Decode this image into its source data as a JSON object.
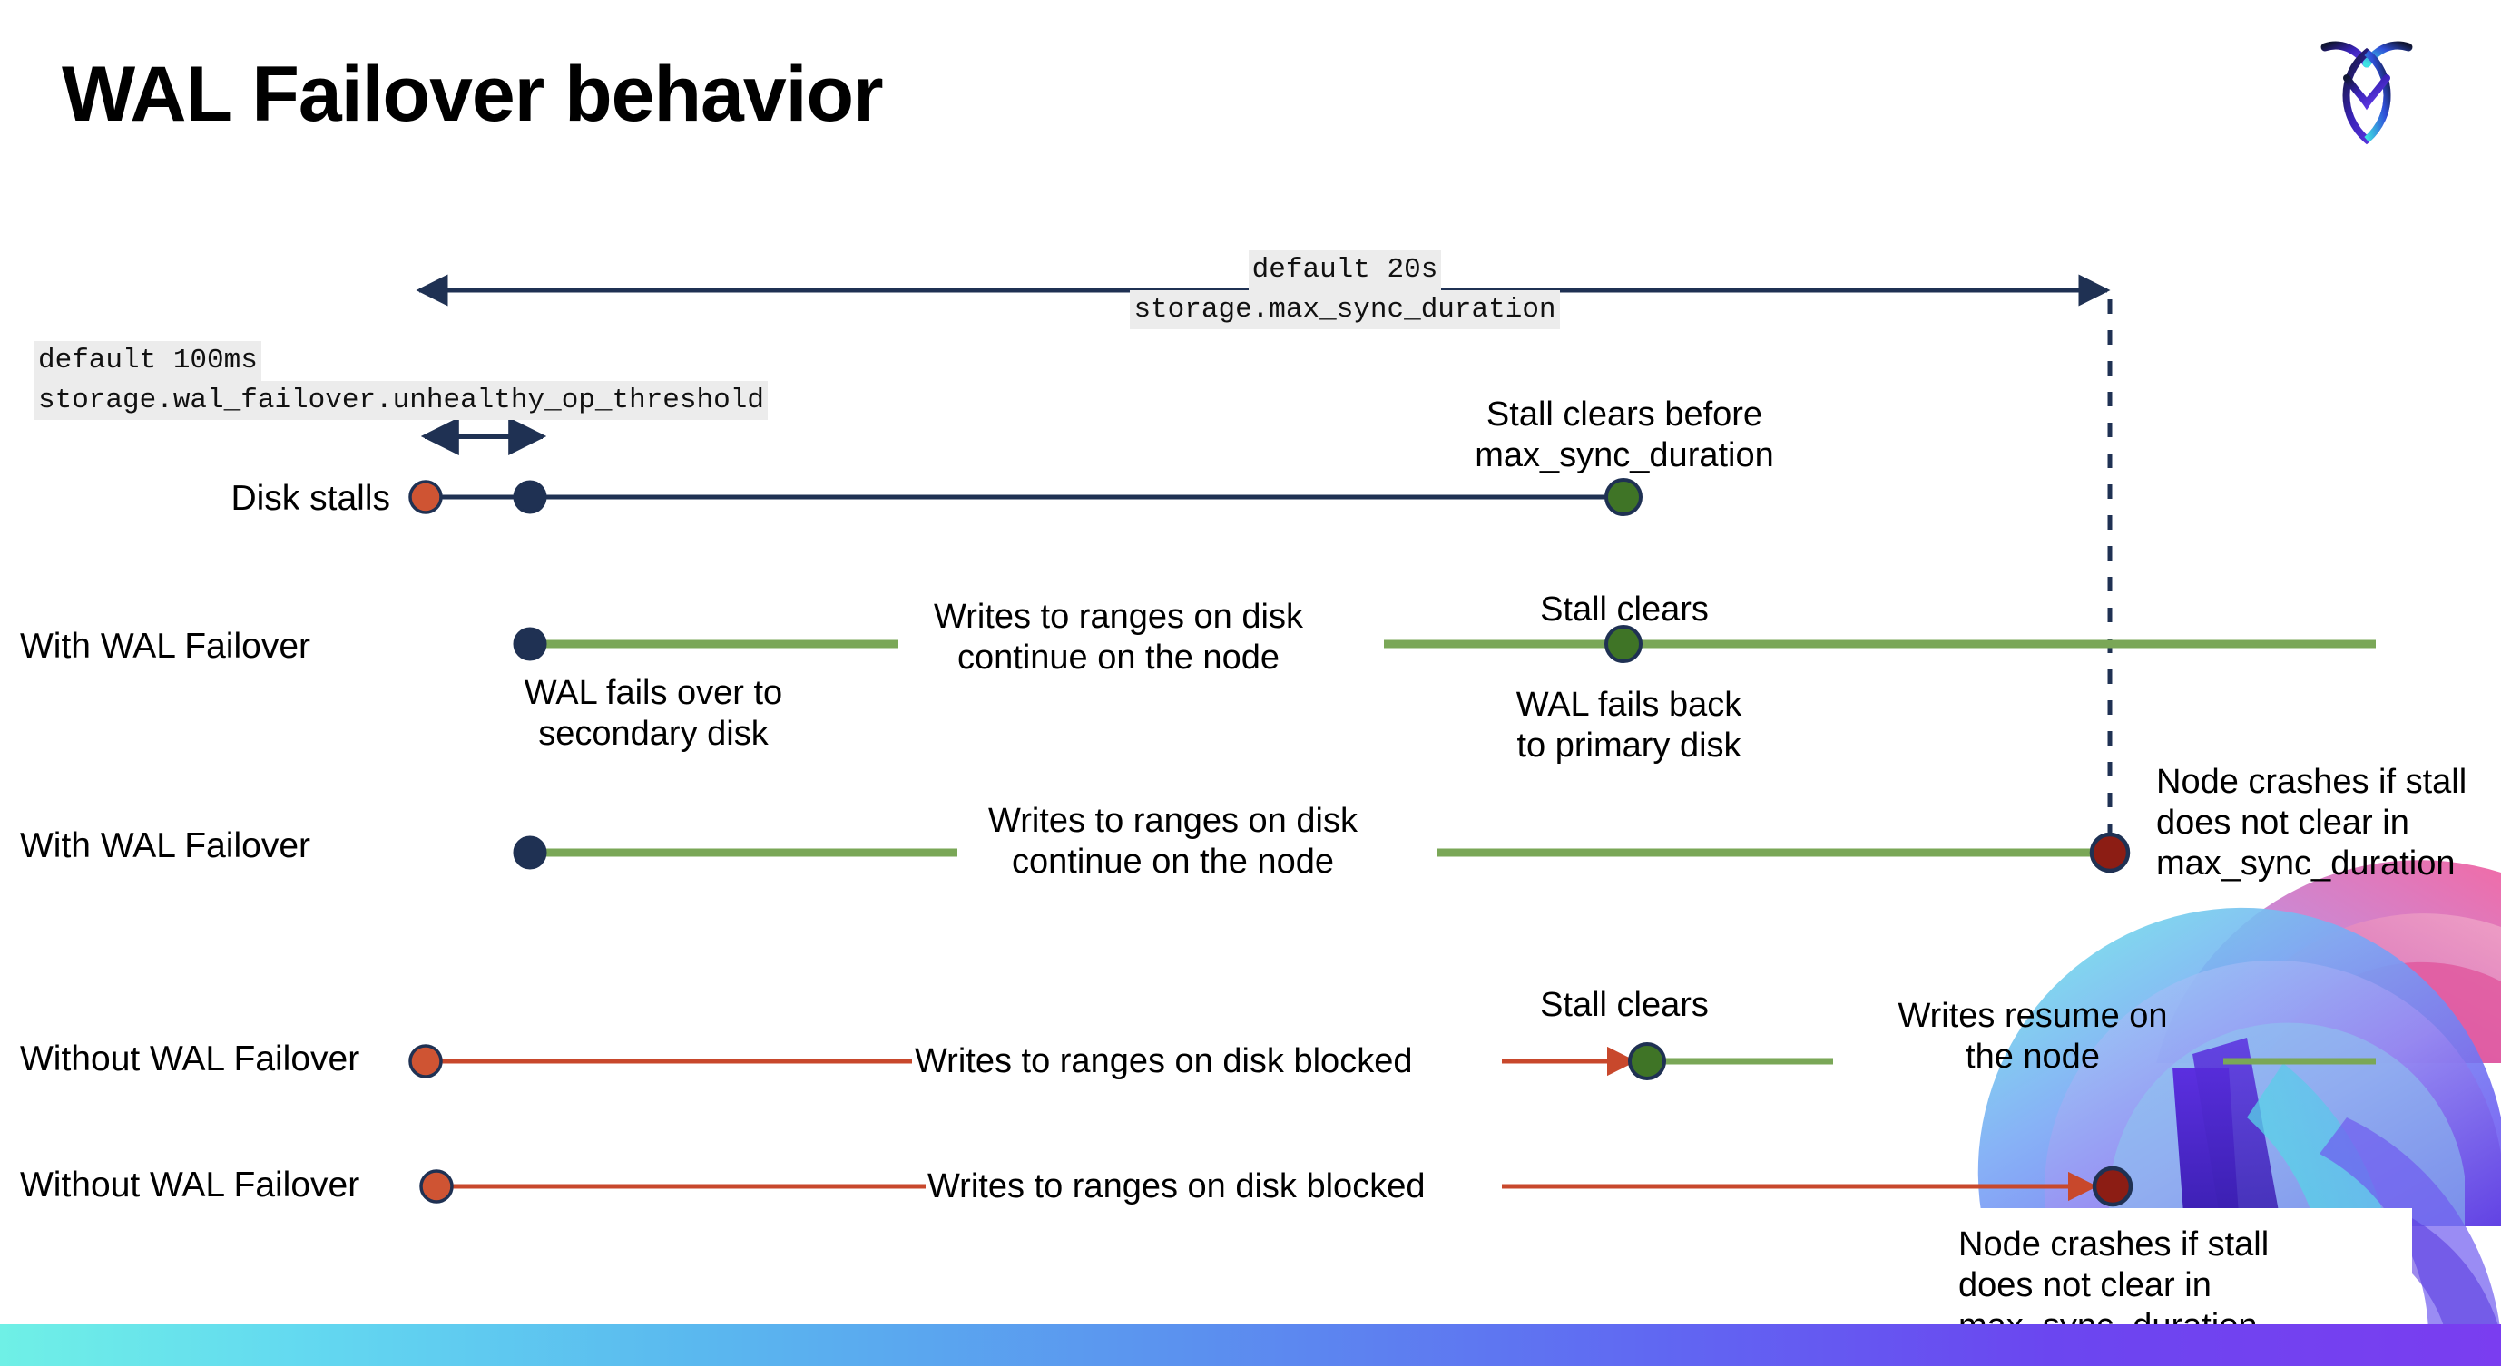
{
  "slide": {
    "title": "WAL Failover behavior",
    "logo_name": "cockroachdb-logo"
  },
  "annotations": {
    "max_sync_duration": {
      "default_line": "default 20s",
      "setting_line": "storage.max_sync_duration"
    },
    "unhealthy_op_threshold": {
      "default_line": "default 100ms",
      "setting_line": "storage.wal_failover.unhealthy_op_threshold"
    }
  },
  "rows": [
    {
      "id": "disk-stalls",
      "label": "Disk stalls",
      "note": "Stall clears before\nmax_sync_duration"
    },
    {
      "id": "with-wal-failover-clears",
      "label": "With WAL Failover",
      "note_start": "WAL fails over to\nsecondary disk",
      "note_middle": "Writes to ranges on disk\ncontinue on the node",
      "note_event": "Stall clears",
      "note_end": "WAL fails  back\nto primary disk"
    },
    {
      "id": "with-wal-failover-crash",
      "label": "With WAL Failover",
      "note_middle": "Writes to ranges on disk\ncontinue on the node",
      "note_end": "Node crashes if stall\ndoes not clear in\nmax_sync_duration"
    },
    {
      "id": "without-wal-failover-clears",
      "label": "Without WAL Failover",
      "note_middle": "Writes to ranges on disk  blocked",
      "note_event": "Stall clears",
      "note_end": "Writes resume on\nthe node"
    },
    {
      "id": "without-wal-failover-crash",
      "label": "Without WAL Failover",
      "note_middle": "Writes to ranges on disk  blocked",
      "note_end": "Node crashes if stall\ndoes not clear in\nmax_sync_duration"
    }
  ],
  "colors": {
    "navy": "#1f3153",
    "green_line": "#7aa757",
    "green_dot": "#3f7426",
    "orange_dot": "#cf5433",
    "orange_line": "#c8482c",
    "dark_red_dot": "#8c1d14",
    "highlight_bg": "#ececec",
    "bar_start": "#6ff0e6",
    "bar_end": "#7a3df0"
  },
  "markers": {
    "stall_start_icon": "orange-dot",
    "failover_icon": "navy-dot",
    "stall_clear_icon": "green-dot",
    "node_crash_icon": "dark-red-dot"
  }
}
